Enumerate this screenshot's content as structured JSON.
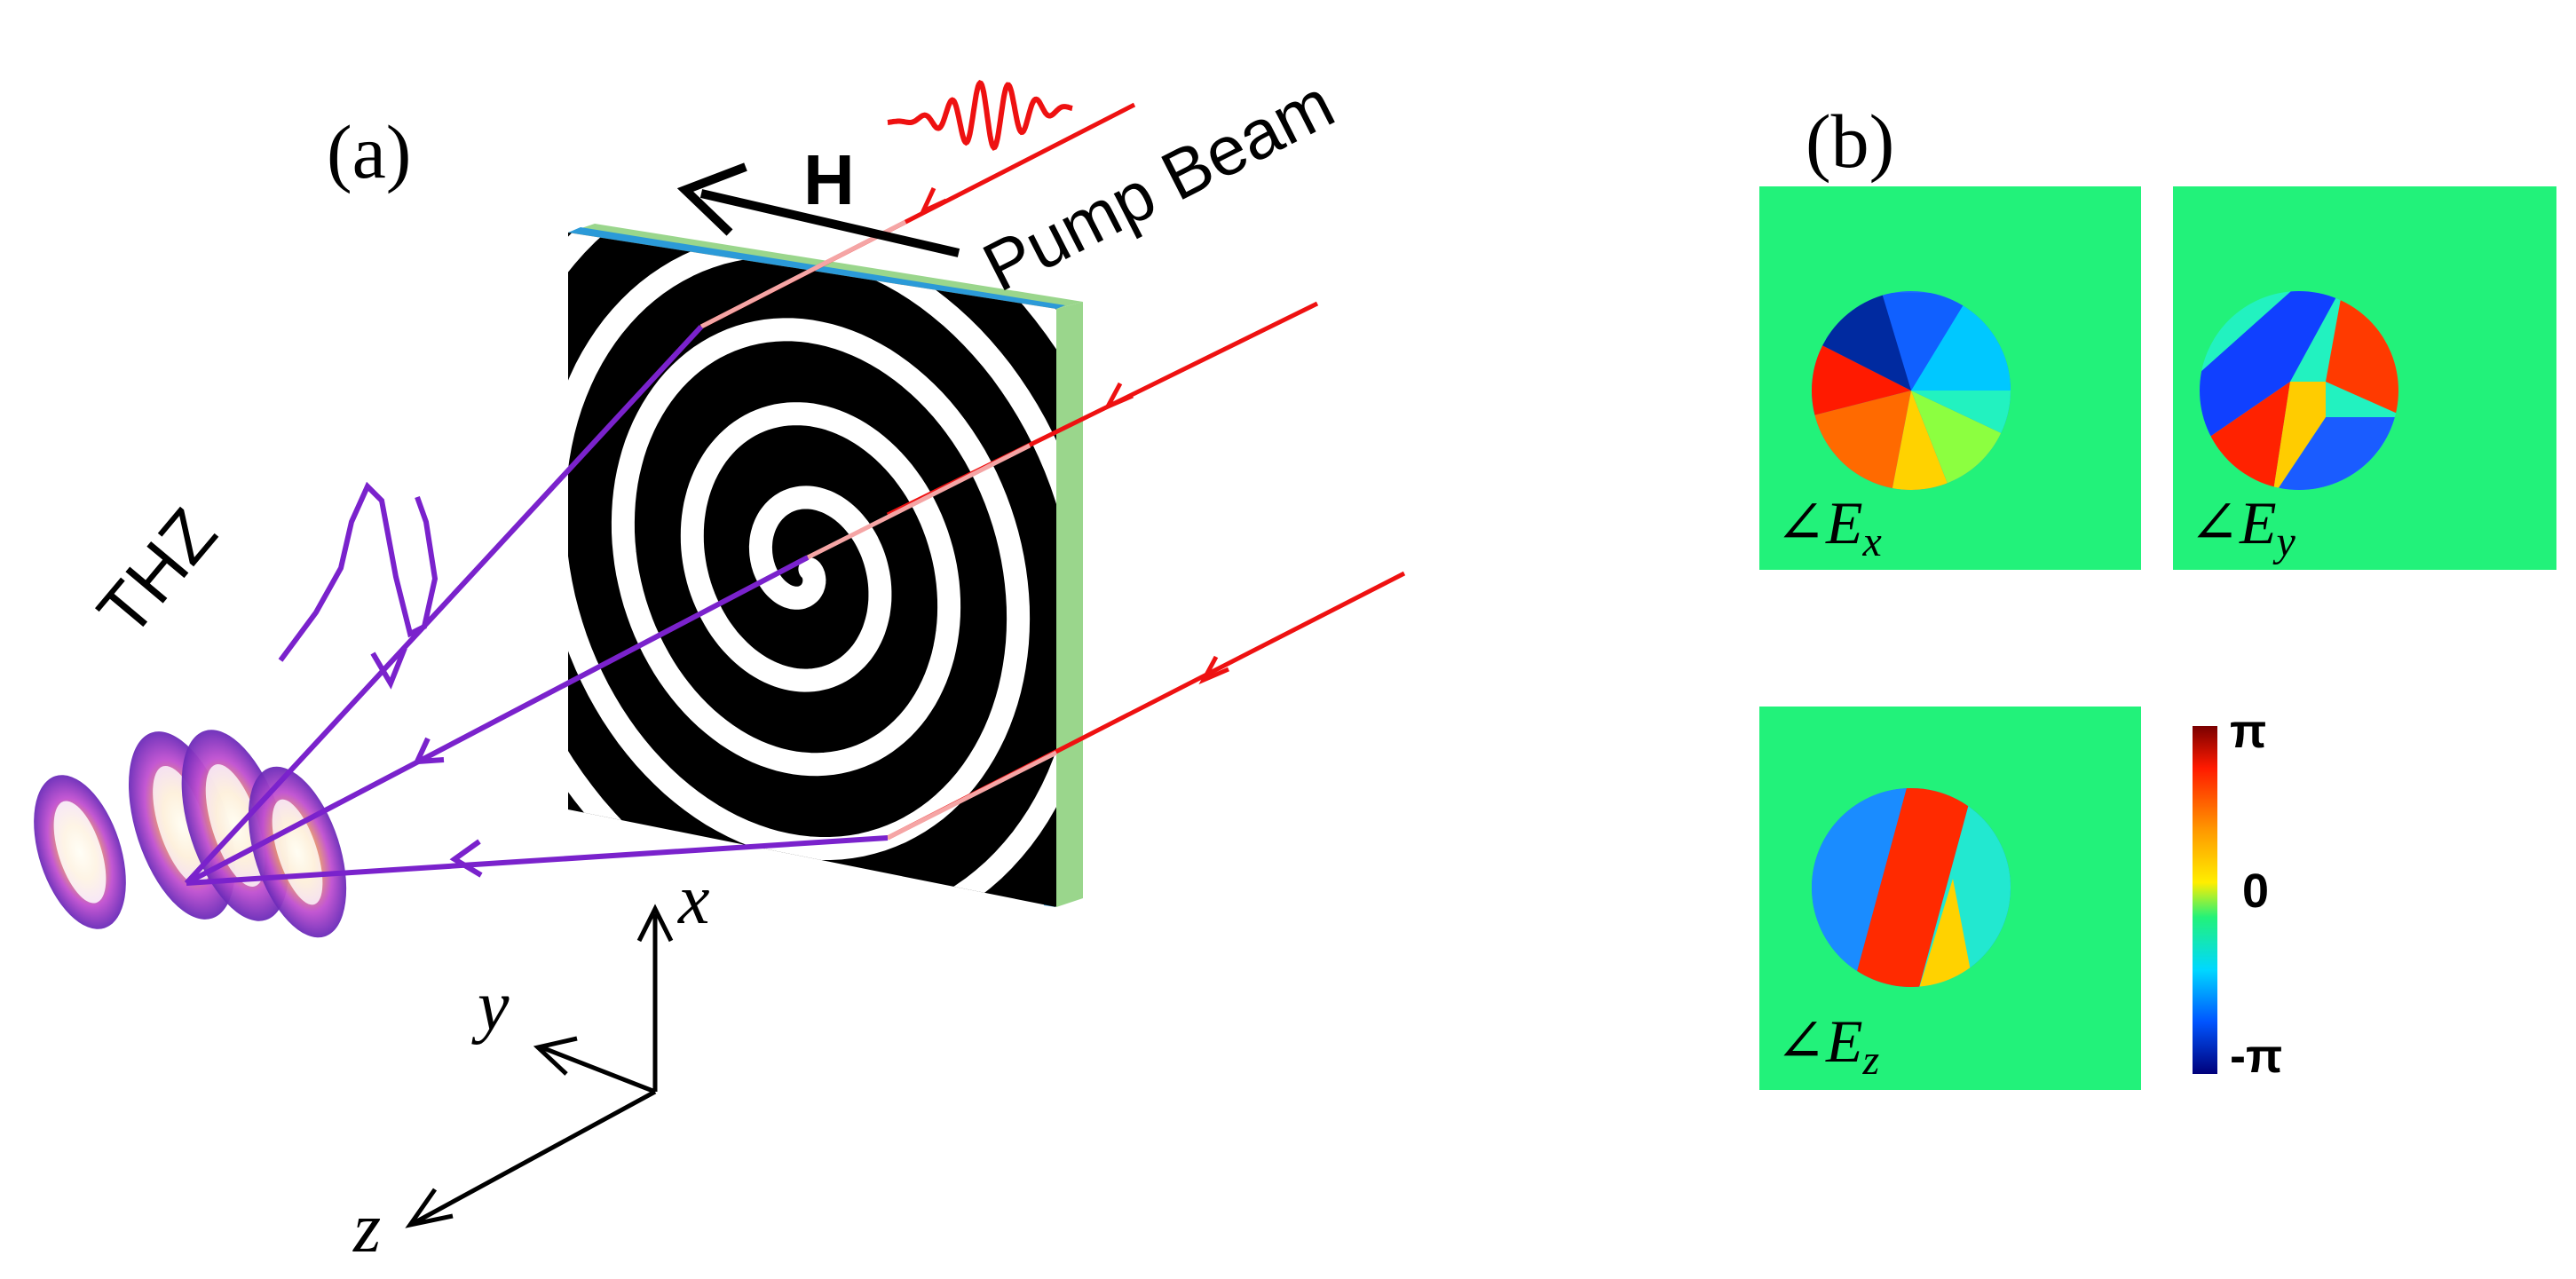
{
  "panel_a": {
    "label": "(a)",
    "field_label": "H",
    "pump_label": "Pump Beam",
    "thz_label": "THZ",
    "axes": {
      "x": "x",
      "y": "y",
      "z": "z"
    }
  },
  "panel_b": {
    "label": "(b)",
    "maps": [
      {
        "angle": "∠",
        "letter": "E",
        "sub": "x"
      },
      {
        "angle": "∠",
        "letter": "E",
        "sub": "y"
      },
      {
        "angle": "∠",
        "letter": "E",
        "sub": "z"
      }
    ],
    "colorbar": {
      "max": "π",
      "mid": "0",
      "min": "-π"
    }
  },
  "colors": {
    "pump": "#ee1111",
    "thz": "#7a22cc",
    "background_map": "#22f27a",
    "substrate_green": "#9ad68c",
    "substrate_blue": "#2b9ad8"
  }
}
